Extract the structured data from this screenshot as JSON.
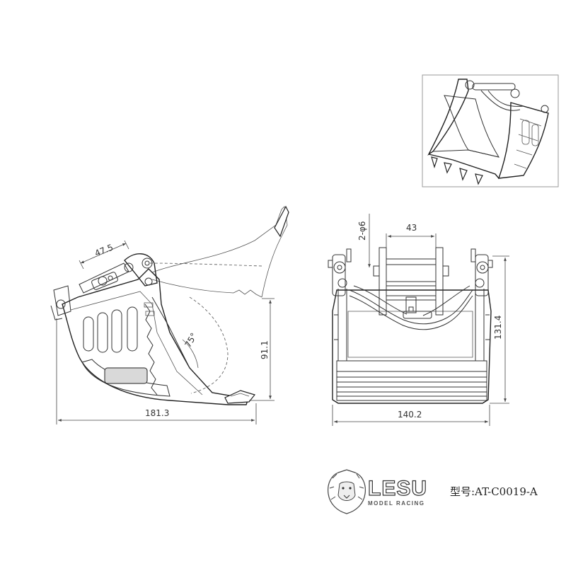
{
  "dimensions": {
    "side_opening": "47.5",
    "side_angle": "75°",
    "side_height": "91.1",
    "side_length": "181.3",
    "front_hole": "2-φ6",
    "front_inner_width": "43",
    "front_height": "131.4",
    "front_width": "140.2"
  },
  "brand": {
    "name": "LESU",
    "subtitle": "MODEL RACING"
  },
  "model_label": "型号:AT-C0019-A"
}
